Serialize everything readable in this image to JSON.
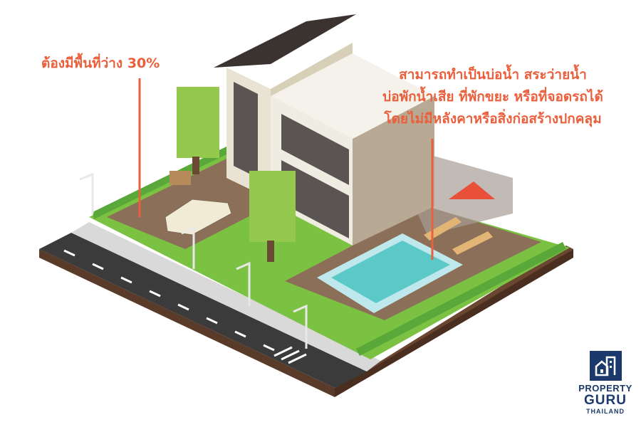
{
  "annotations": {
    "left": "ต้องมีพื้นที่ว่าง 30%",
    "right_lines": [
      "สามารถทำเป็นบ่อน้ำ สระว่ายน้ำ",
      "บ่อพักน้ำเสีย ที่พักขยะ หรือที่จอดรถได้",
      "โดยไม่มีหลังคาหรือสิ่งก่อสร้างปกคลุม"
    ]
  },
  "logo": {
    "line1": "PROPERTY",
    "line2": "GURU",
    "line3": "THAILAND"
  },
  "colors": {
    "accent": "#ea5f3c",
    "brand": "#1b3a6b",
    "grass": "#7cc242",
    "pool": "#5cc9c9",
    "road": "#3a3a3a"
  }
}
